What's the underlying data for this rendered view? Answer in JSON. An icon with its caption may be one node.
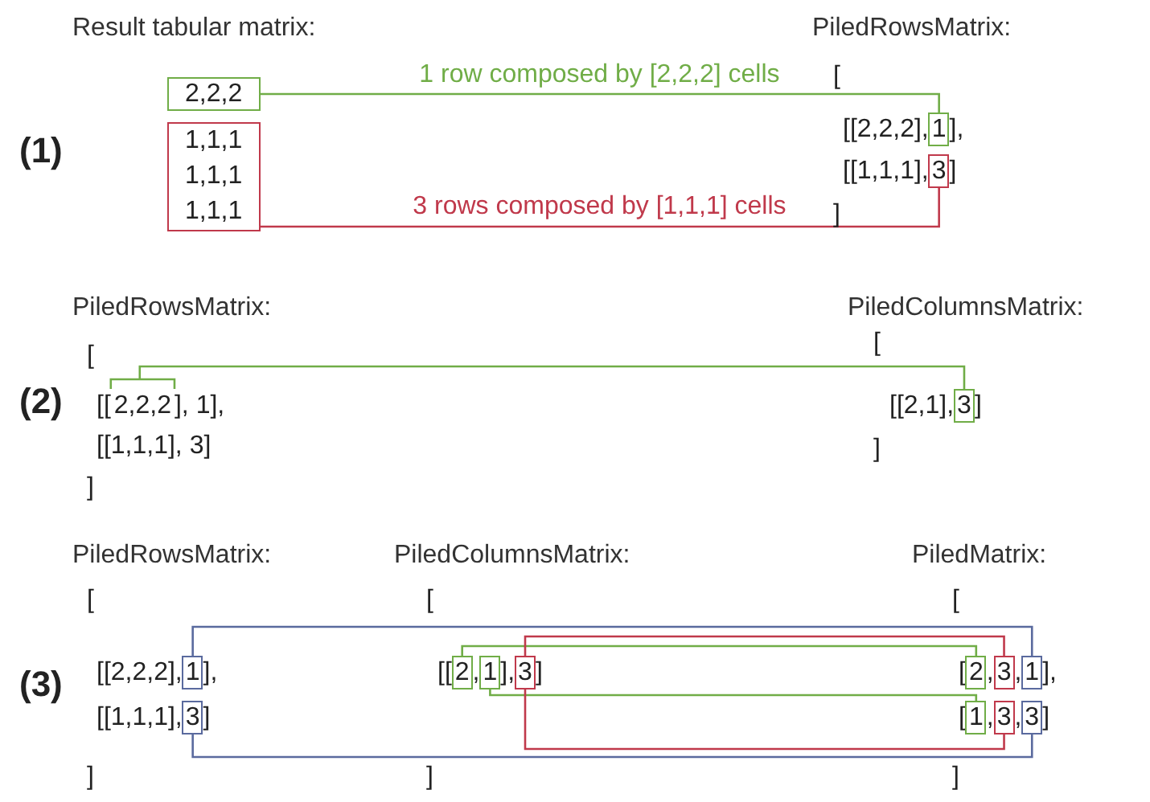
{
  "diagram": {
    "nodes": [
      {
        "text": [
          "2,2,2"
        ]
      },
      {
        "text": [
          "1,1,1 1,1,1 1,1,1"
        ]
      },
      {
        "text": [
          "1"
        ]
      },
      {
        "text": [
          "3"
        ]
      },
      {
        "text": [
          "2,2,2"
        ]
      },
      {
        "text": [
          "3"
        ]
      },
      {
        "text": [
          "1"
        ]
      },
      {
        "text": [
          "3"
        ]
      },
      {
        "text": [
          "2"
        ]
      },
      {
        "text": [
          "1"
        ]
      },
      {
        "text": [
          "3"
        ]
      },
      {
        "text": [
          "2"
        ]
      },
      {
        "text": [
          "3"
        ]
      },
      {
        "text": [
          "1"
        ]
      },
      {
        "text": [
          "1"
        ]
      },
      {
        "text": [
          "3"
        ]
      },
      {
        "text": [
          "3"
        ]
      }
    ],
    "edges": [
      {
        "from": 0,
        "to": 2,
        "arrow": "none",
        "label": "1 row composed by [2,2,2] cells",
        "color": "#70ad47"
      },
      {
        "from": 1,
        "to": 3,
        "arrow": "none",
        "label": "3 rows composed by [1,1,1] cells",
        "color": "#c0394b"
      },
      {
        "from": 4,
        "to": 5,
        "arrow": "none",
        "color": "#70ad47"
      },
      {
        "from": 6,
        "to": 13,
        "arrow": "none",
        "color": "#5a6a9e"
      },
      {
        "from": 7,
        "to": 16,
        "arrow": "none",
        "color": "#5a6a9e"
      },
      {
        "from": 8,
        "to": 11,
        "arrow": "none",
        "color": "#70ad47"
      },
      {
        "from": 9,
        "to": 14,
        "arrow": "none",
        "color": "#70ad47"
      },
      {
        "from": 10,
        "to": 12,
        "arrow": "none",
        "color": "#c0394b"
      },
      {
        "from": 10,
        "to": 15,
        "arrow": "none",
        "color": "#c0394b"
      }
    ],
    "labels": [
      "Result tabular matrix:",
      "PiledRowsMatrix:",
      "(1)",
      "[",
      "[[2,2,2],",
      "],",
      "[[1,1,1],",
      "]",
      "]",
      "PiledRowsMatrix:",
      "PiledColumnsMatrix:",
      "[",
      "[",
      "(2)",
      "[[",
      "], 1],",
      "[[2,1],",
      "]",
      "[[1,1,1], 3]",
      "]",
      "]",
      "PiledRowsMatrix:",
      "PiledColumnsMatrix:",
      "PiledMatrix:",
      "[",
      "[",
      "[",
      "(3)",
      "[[2,2,2],",
      "],",
      "[[",
      ",",
      "],",
      "]",
      "[",
      ",",
      ",",
      "],",
      "[[1,1,1],",
      "]",
      "]",
      "[",
      ",",
      ",",
      "]",
      "]",
      "]"
    ]
  }
}
